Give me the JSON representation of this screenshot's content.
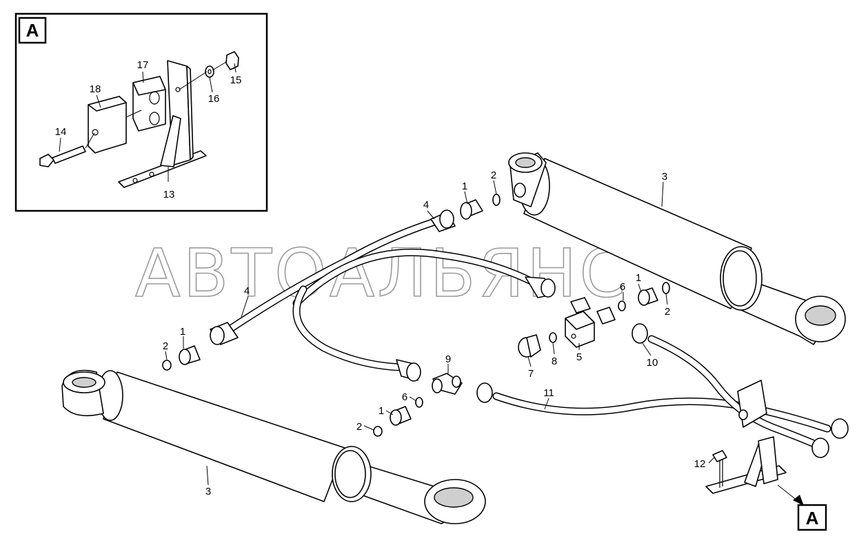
{
  "watermark": "АВТОАЛЬЯНС",
  "views": {
    "detail_label": "A",
    "detail_ref_label": "A"
  },
  "callouts": {
    "c13": "13",
    "c14": "14",
    "c15": "15",
    "c16": "16",
    "c17": "17",
    "c18": "18",
    "c1a": "1",
    "c2a": "2",
    "c3a": "3",
    "c4a": "4",
    "c1b": "1",
    "c2b": "2",
    "c6b": "6",
    "c4c": "4",
    "c1c": "1",
    "c2c": "2",
    "c3d": "3",
    "c1d": "1",
    "c2d": "2",
    "c6d": "6",
    "c5": "5",
    "c7": "7",
    "c8": "8",
    "c9": "9",
    "c10": "10",
    "c11": "11",
    "c12": "12"
  }
}
